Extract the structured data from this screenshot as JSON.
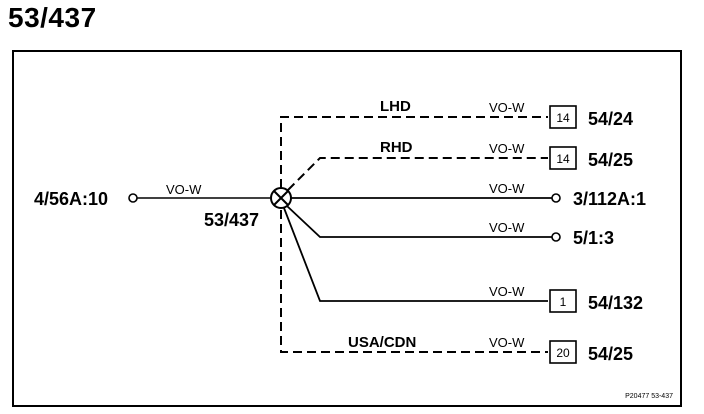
{
  "page_title": "53/437",
  "splice": {
    "label": "53/437"
  },
  "source": {
    "label": "4/56A:10",
    "wire": "VO-W"
  },
  "branches": [
    {
      "id": "lhd",
      "region": "LHD",
      "wire": "VO-W",
      "end_type": "box",
      "box_number": "14",
      "destination": "54/24",
      "line_style": "dashed"
    },
    {
      "id": "rhd",
      "region": "RHD",
      "wire": "VO-W",
      "end_type": "box",
      "box_number": "14",
      "destination": "54/25",
      "line_style": "dashed"
    },
    {
      "id": "b3",
      "region": "",
      "wire": "VO-W",
      "end_type": "circle",
      "destination": "3/112A:1",
      "line_style": "solid"
    },
    {
      "id": "b4",
      "region": "",
      "wire": "VO-W",
      "end_type": "circle",
      "destination": "5/1:3",
      "line_style": "solid"
    },
    {
      "id": "b5",
      "region": "",
      "wire": "VO-W",
      "end_type": "box",
      "box_number": "1",
      "destination": "54/132",
      "line_style": "solid"
    },
    {
      "id": "usa",
      "region": "USA/CDN",
      "wire": "VO-W",
      "end_type": "box",
      "box_number": "20",
      "destination": "54/25",
      "line_style": "dashed"
    }
  ],
  "reference_code": "P20477  53-437"
}
